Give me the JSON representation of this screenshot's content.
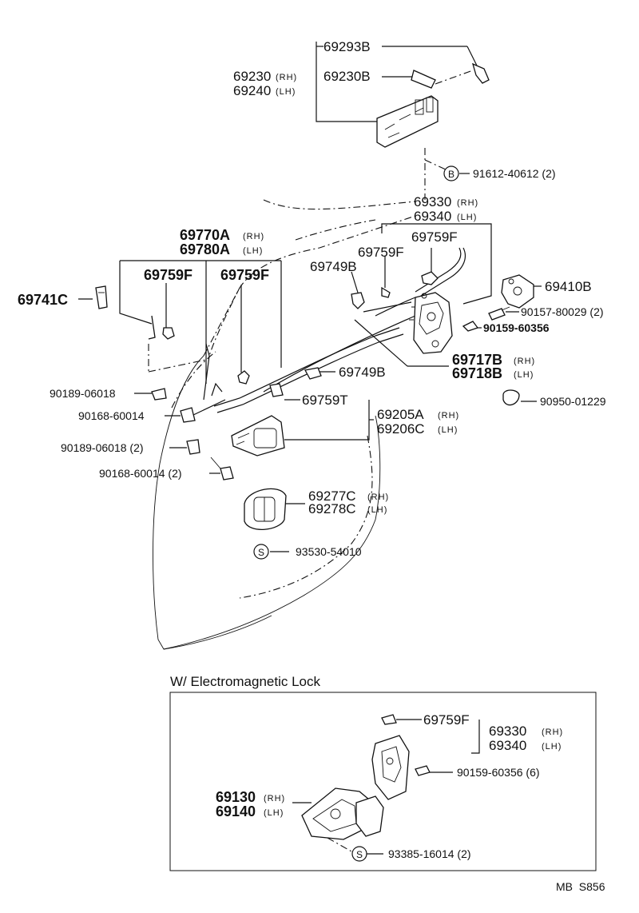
{
  "suffix": {
    "rh": "(RH)",
    "lh": "(LH)"
  },
  "labels": {
    "p69293B": "69293B",
    "p69230": "69230",
    "p69240": "69240",
    "p69230B": "69230B",
    "p91612": "91612-40612 (2)",
    "p69330": "69330",
    "p69340": "69340",
    "p69770A": "69770A",
    "p69780A": "69780A",
    "p69759F_a": "69759F",
    "p69759F_b": "69759F",
    "p69759F_c": "69759F",
    "p69759F_d": "69759F",
    "p69741C": "69741C",
    "p69749B_a": "69749B",
    "p69749B_b": "69749B",
    "p69410B": "69410B",
    "p90157": "90157-80029 (2)",
    "p90159": "90159-60356",
    "p69717B": "69717B",
    "p69718B": "69718B",
    "p90189_a": "90189-06018",
    "p90168_a": "90168-60014",
    "p69759T": "69759T",
    "p69205A": "69205A",
    "p69206C": "69206C",
    "p90950": "90950-01229",
    "p90189_b": "90189-06018 (2)",
    "p90168_b": "90168-60014 (2)",
    "p69277C": "69277C",
    "p69278C": "69278C",
    "p93530": "93530-54010",
    "p69759F_e": "69759F",
    "p69330_e": "69330",
    "p69340_e": "69340",
    "p90159_e": "90159-60356 (6)",
    "p69130": "69130",
    "p69140": "69140",
    "p93385": "93385-16014 (2)"
  },
  "markers": {
    "b": "B",
    "s1": "S",
    "s2": "S"
  },
  "inset_title": "W/ Electromagnetic Lock",
  "figure_code": "MB  S856"
}
